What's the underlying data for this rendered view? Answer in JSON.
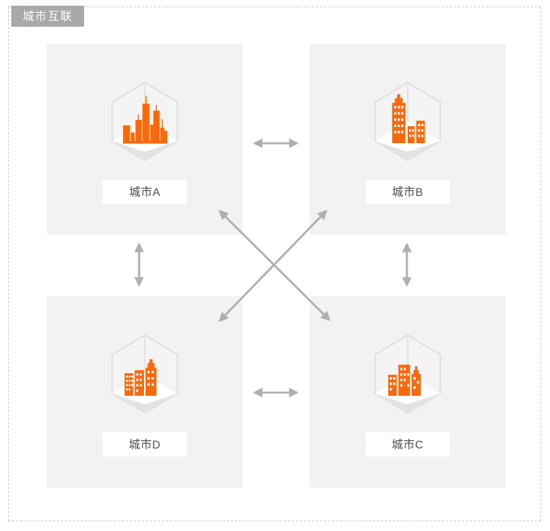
{
  "page": {
    "title": "城市互联"
  },
  "colors": {
    "background": "#FFFFFF",
    "node_background": "#F2F2F2",
    "accent_orange": "#F7690C",
    "arrow_gray": "#AFAFAF",
    "tag_background": "#A9A9A9",
    "tag_text": "#FFFFFF",
    "dashed_border": "#CFCFCF",
    "label_text": "#4A4A4A",
    "hexagon_stroke": "#DCDCDC"
  },
  "nodes": [
    {
      "id": "A",
      "label": "城市A",
      "icon": "city-skyline-icon",
      "position": "top-left"
    },
    {
      "id": "B",
      "label": "城市B",
      "icon": "city-towers-icon",
      "position": "top-right"
    },
    {
      "id": "C",
      "label": "城市C",
      "icon": "city-towers-spire-icon",
      "position": "bottom-right"
    },
    {
      "id": "D",
      "label": "城市D",
      "icon": "city-towers-wide-icon",
      "position": "bottom-left"
    }
  ],
  "connections": [
    {
      "from": "城市A",
      "to": "城市B",
      "style": "double-arrow"
    },
    {
      "from": "城市D",
      "to": "城市C",
      "style": "double-arrow"
    },
    {
      "from": "城市A",
      "to": "城市D",
      "style": "double-arrow"
    },
    {
      "from": "城市B",
      "to": "城市C",
      "style": "double-arrow"
    },
    {
      "from": "城市A",
      "to": "城市C",
      "style": "double-arrow"
    },
    {
      "from": "城市B",
      "to": "城市D",
      "style": "double-arrow"
    }
  ]
}
